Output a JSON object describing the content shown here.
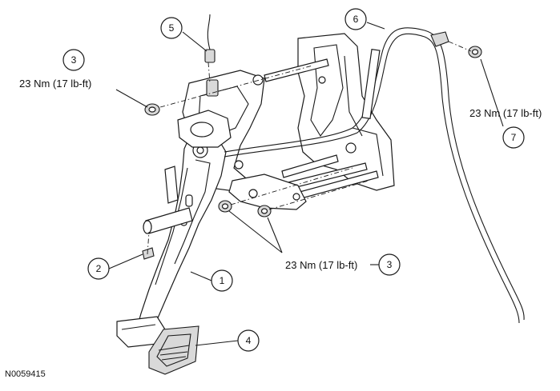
{
  "diagram": {
    "figure_id": "N0059415",
    "callouts": [
      {
        "id": "c1",
        "number": "1"
      },
      {
        "id": "c2",
        "number": "2"
      },
      {
        "id": "c3a",
        "number": "3"
      },
      {
        "id": "c3b",
        "number": "3"
      },
      {
        "id": "c4",
        "number": "4"
      },
      {
        "id": "c5",
        "number": "5"
      },
      {
        "id": "c6",
        "number": "6"
      },
      {
        "id": "c7",
        "number": "7"
      }
    ],
    "torque_labels": [
      {
        "id": "t-upper-left",
        "text": "23 Nm (17 lb-ft)"
      },
      {
        "id": "t-center",
        "text": "23 Nm (17 lb-ft)"
      },
      {
        "id": "t-right",
        "text": "23 Nm (17 lb-ft)"
      }
    ]
  }
}
